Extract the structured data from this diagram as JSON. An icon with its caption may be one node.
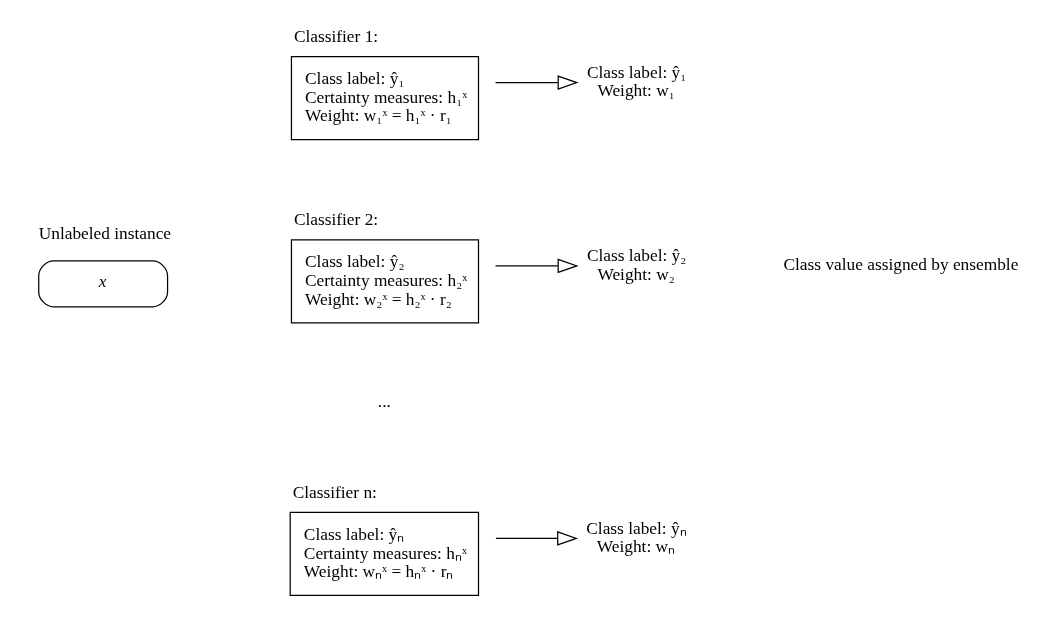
{
  "diagram": {
    "nodes": [
      {
        "text": [
          "Classifier 1:",
          "Class label: ŷ₁",
          "Certainty measures: h₁ˣ",
          "Weight: w₁ˣ = h₁ˣ · r₁"
        ]
      },
      {
        "text": [
          "Class label: ŷ₁",
          "Weight: w₁"
        ]
      },
      {
        "text": [
          "Classifier 2:",
          "Class label: ŷ₂",
          "Certainty measures: h₂ˣ",
          "Weight: w₂ˣ = h₂ˣ · r₂"
        ]
      },
      {
        "text": [
          "Class label: ŷ₂",
          "Weight: w₂"
        ]
      },
      {
        "text": [
          "Unlabeled instance",
          "x"
        ]
      },
      {
        "text": [
          "Classifier n:",
          "Class label: ŷₙ",
          "Certainty measures: hₙˣ",
          "Weight: wₙˣ = hₙˣ · rₙ"
        ]
      },
      {
        "text": [
          "Class label: ŷₙ",
          "Weight: wₙ"
        ]
      }
    ],
    "edges": [
      {
        "from": 0,
        "to": 1,
        "arrow": "to"
      },
      {
        "from": 2,
        "to": 3,
        "arrow": "to"
      },
      {
        "from": 5,
        "to": 6,
        "arrow": "to"
      }
    ],
    "labels": [
      "...",
      "Class value assigned by ensemble"
    ]
  }
}
